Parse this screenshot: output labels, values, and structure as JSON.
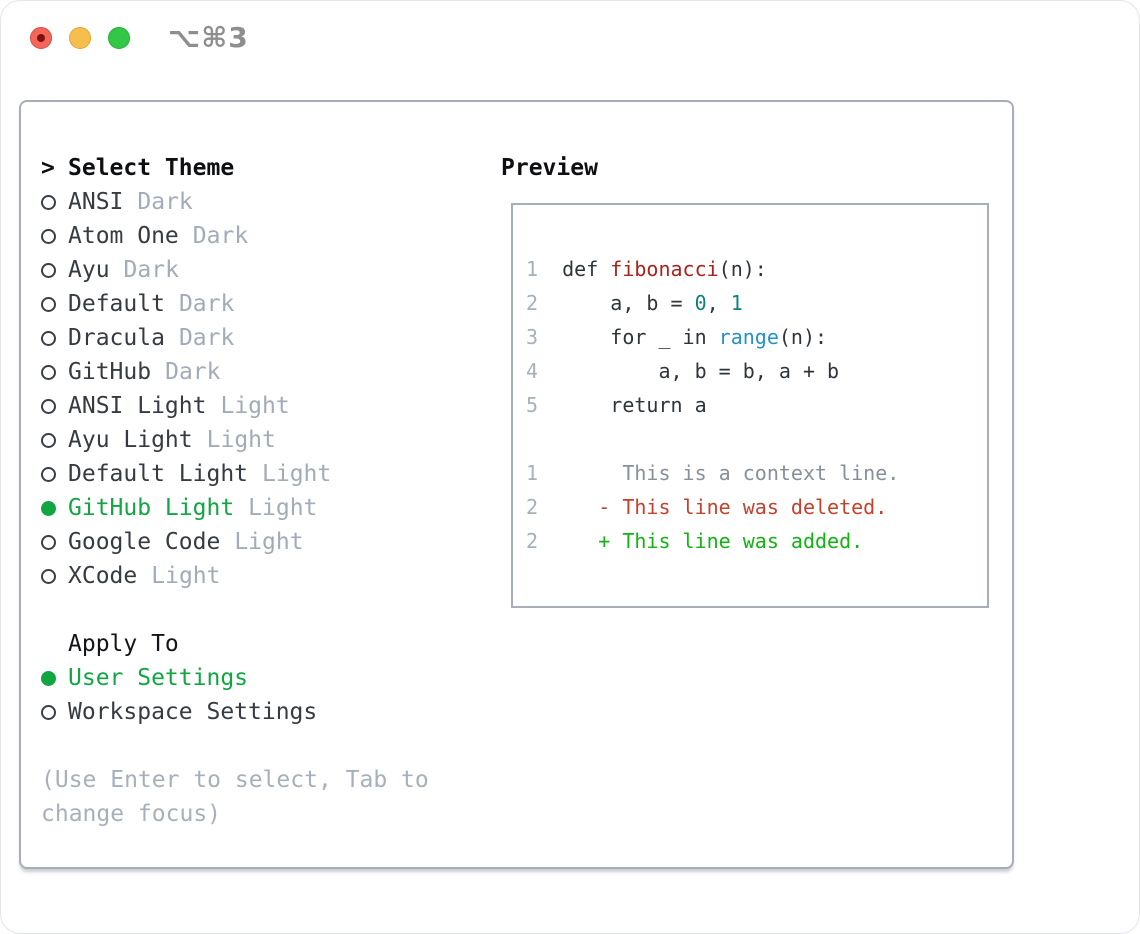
{
  "window": {
    "title": "⌥⌘3"
  },
  "theme_selector": {
    "heading_marker": ">",
    "heading": "Select Theme",
    "items": [
      {
        "name": "ANSI",
        "tag": "Dark",
        "selected": false
      },
      {
        "name": "Atom One",
        "tag": "Dark",
        "selected": false
      },
      {
        "name": "Ayu",
        "tag": "Dark",
        "selected": false
      },
      {
        "name": "Default",
        "tag": "Dark",
        "selected": false
      },
      {
        "name": "Dracula",
        "tag": "Dark",
        "selected": false
      },
      {
        "name": "GitHub",
        "tag": "Dark",
        "selected": false
      },
      {
        "name": "ANSI Light",
        "tag": "Light",
        "selected": false
      },
      {
        "name": "Ayu Light",
        "tag": "Light",
        "selected": false
      },
      {
        "name": "Default Light",
        "tag": "Light",
        "selected": false
      },
      {
        "name": "GitHub Light",
        "tag": "Light",
        "selected": true
      },
      {
        "name": "Google Code",
        "tag": "Light",
        "selected": false
      },
      {
        "name": "XCode",
        "tag": "Light",
        "selected": false
      }
    ]
  },
  "apply_to": {
    "heading": "Apply To",
    "options": [
      {
        "name": "User Settings",
        "selected": true
      },
      {
        "name": "Workspace Settings",
        "selected": false
      }
    ]
  },
  "hint_lines": [
    "(Use Enter to select, Tab to",
    "change focus)"
  ],
  "preview": {
    "heading": "Preview",
    "code_lines": [
      {
        "num": "1",
        "segments": [
          {
            "t": "def ",
            "c": "pln"
          },
          {
            "t": "fibonacci",
            "c": "fn"
          },
          {
            "t": "(n):",
            "c": "pln"
          }
        ]
      },
      {
        "num": "2",
        "segments": [
          {
            "t": "    a, b = ",
            "c": "pln"
          },
          {
            "t": "0",
            "c": "nu"
          },
          {
            "t": ", ",
            "c": "pln"
          },
          {
            "t": "1",
            "c": "nu"
          }
        ]
      },
      {
        "num": "3",
        "segments": [
          {
            "t": "    for _ in ",
            "c": "pln"
          },
          {
            "t": "range",
            "c": "bi"
          },
          {
            "t": "(n):",
            "c": "pln"
          }
        ]
      },
      {
        "num": "4",
        "segments": [
          {
            "t": "        a, b = b, a + b",
            "c": "pln"
          }
        ]
      },
      {
        "num": "5",
        "segments": [
          {
            "t": "    return a",
            "c": "pln"
          }
        ]
      },
      {
        "num": "",
        "segments": []
      },
      {
        "num": "1",
        "segments": [
          {
            "t": "     This is a context line.",
            "c": "ctx"
          }
        ]
      },
      {
        "num": "2",
        "segments": [
          {
            "t": "   - This line was deleted.",
            "c": "del"
          }
        ]
      },
      {
        "num": "2",
        "segments": [
          {
            "t": "   + This line was added.",
            "c": "add"
          }
        ]
      }
    ]
  },
  "colors": {
    "accent_green": "#12a643",
    "added_green": "#12b312",
    "deleted_red": "#c4412c",
    "function_red": "#a8231d",
    "builtin_blue": "#2590cb",
    "number_teal": "#0e8181",
    "muted_gray": "#a6afba",
    "border_gray": "#a7aeb8"
  }
}
